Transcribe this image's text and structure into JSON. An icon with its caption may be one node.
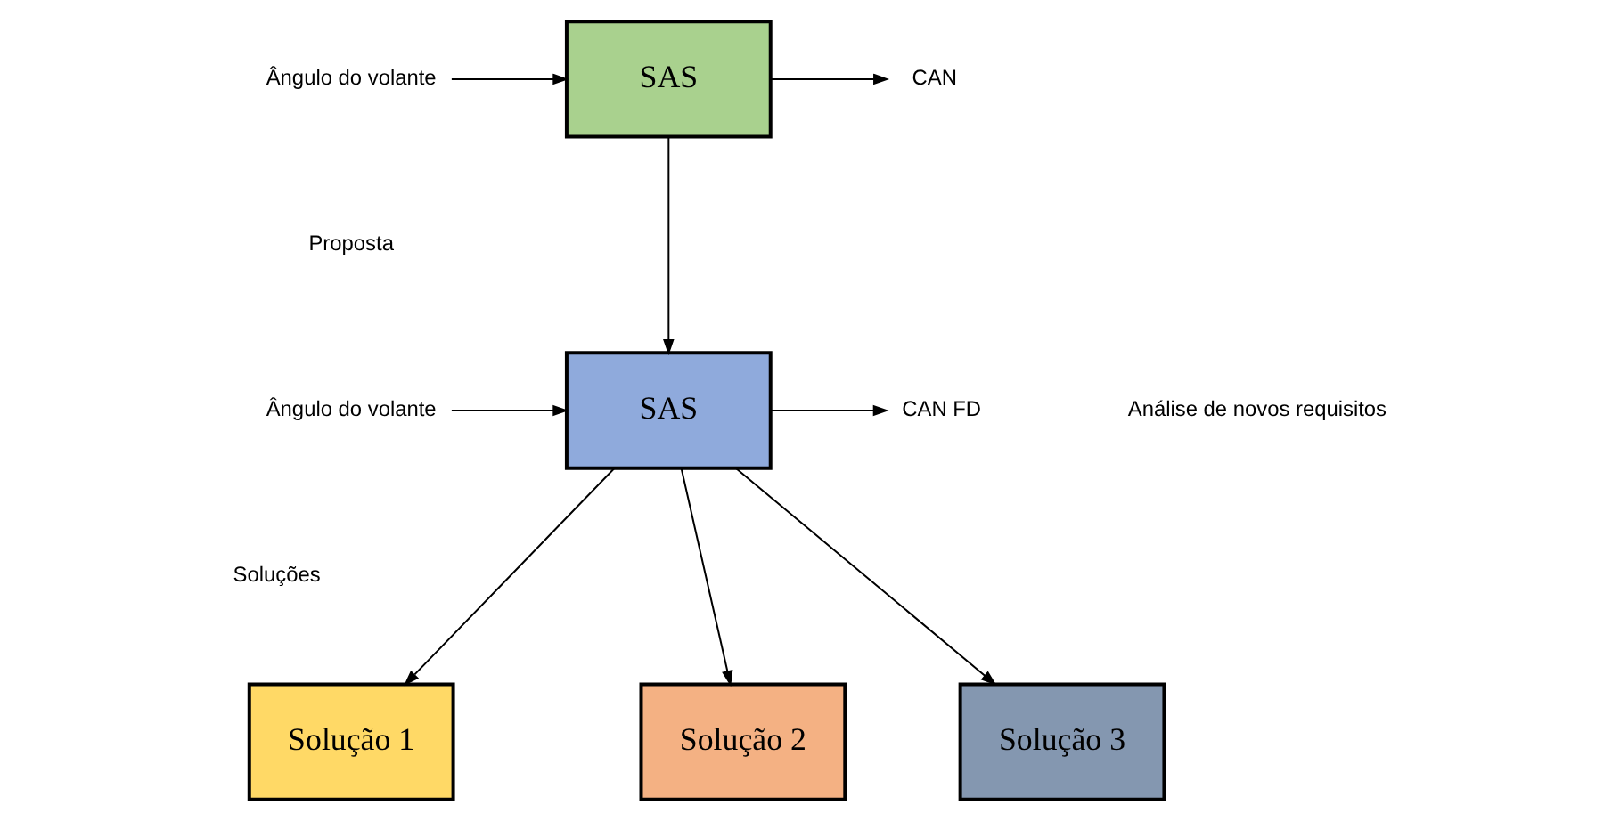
{
  "diagram": {
    "nodes": [
      {
        "text": [
          "Ângulo do volante"
        ]
      },
      {
        "text": [
          "SAS"
        ]
      },
      {
        "text": [
          "CAN"
        ]
      },
      {
        "text": [
          "Ângulo do volante"
        ]
      },
      {
        "text": [
          "SAS"
        ]
      },
      {
        "text": [
          "CAN FD"
        ]
      },
      {
        "text": [
          "Solução 1"
        ]
      },
      {
        "text": [
          "Solução 2"
        ]
      },
      {
        "text": [
          "Solução 3"
        ]
      }
    ],
    "edges": [
      {
        "from": 0,
        "to": 1,
        "arrow": "to"
      },
      {
        "from": 1,
        "to": 2,
        "arrow": "to"
      },
      {
        "from": 1,
        "to": 4,
        "arrow": "to"
      },
      {
        "from": 3,
        "to": 4,
        "arrow": "to"
      },
      {
        "from": 4,
        "to": 5,
        "arrow": "to"
      },
      {
        "from": 4,
        "to": 6,
        "arrow": "to"
      },
      {
        "from": 4,
        "to": 7,
        "arrow": "to"
      },
      {
        "from": 4,
        "to": 8,
        "arrow": "to"
      }
    ],
    "labels": [
      "Proposta",
      "Soluções",
      "Análise de novos requisitos"
    ]
  }
}
